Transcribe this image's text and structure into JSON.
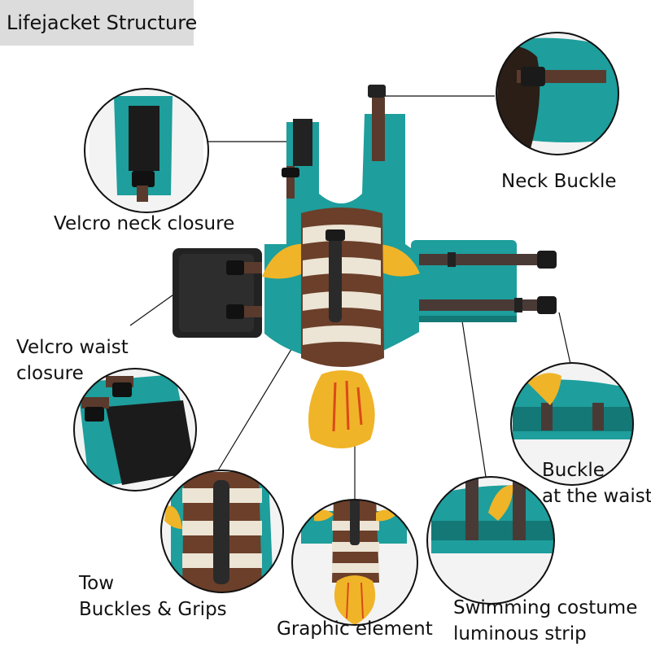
{
  "title": "Lifejacket Structure",
  "labels": {
    "neck_buckle": "Neck Buckle",
    "velcro_neck": "Velcro neck closure",
    "velcro_waist_1": "Velcro waist",
    "velcro_waist_2": "closure",
    "buckle_waist_1": "Buckle",
    "buckle_waist_2": "at the waist",
    "tow_1": "Tow",
    "tow_2": "Buckles & Grips",
    "graphic": "Graphic element",
    "swim_1": "Swimming costume",
    "swim_2": "luminous strip"
  },
  "colors": {
    "teal": "#1e9e9c",
    "teal_dark": "#137876",
    "brown": "#6b3f2a",
    "cream": "#ece4d4",
    "yellow": "#f0b428",
    "black": "#1a1a1a",
    "strap": "#5a3a2c"
  }
}
